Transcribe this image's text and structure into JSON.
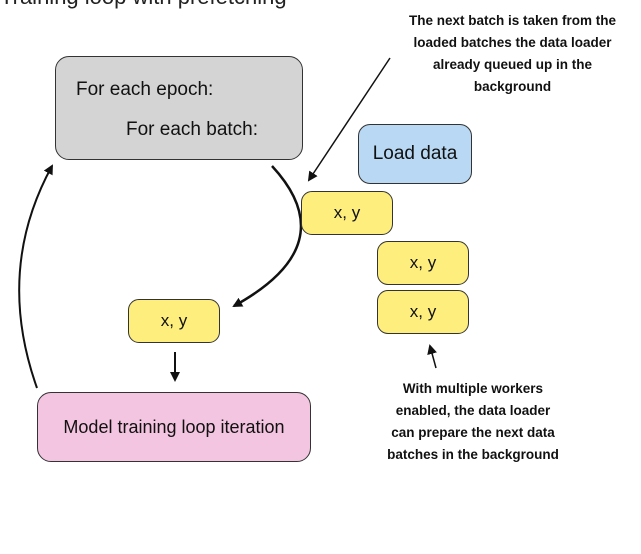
{
  "title_cutoff": "Training loop with prefetching",
  "epoch_box": {
    "line1": "For each epoch:",
    "line2": "For each batch:"
  },
  "load_box": {
    "label": "Load data"
  },
  "batches": {
    "queued_1": "x, y",
    "queued_2": "x, y",
    "queued_3": "x, y",
    "current": "x, y"
  },
  "training_box": {
    "label": "Model training loop iteration"
  },
  "annotations": {
    "top": [
      "The next batch is taken from the",
      "loaded batches the data loader",
      "already queued up in the",
      "background"
    ],
    "bottom": [
      "With multiple workers",
      "enabled, the data loader",
      "can prepare the next data",
      "batches in the background"
    ]
  },
  "colors": {
    "epoch_box": "#d4d4d4",
    "load_box": "#b8d8f4",
    "batch_box": "#fdee7d",
    "training_box": "#f4c5e0"
  }
}
